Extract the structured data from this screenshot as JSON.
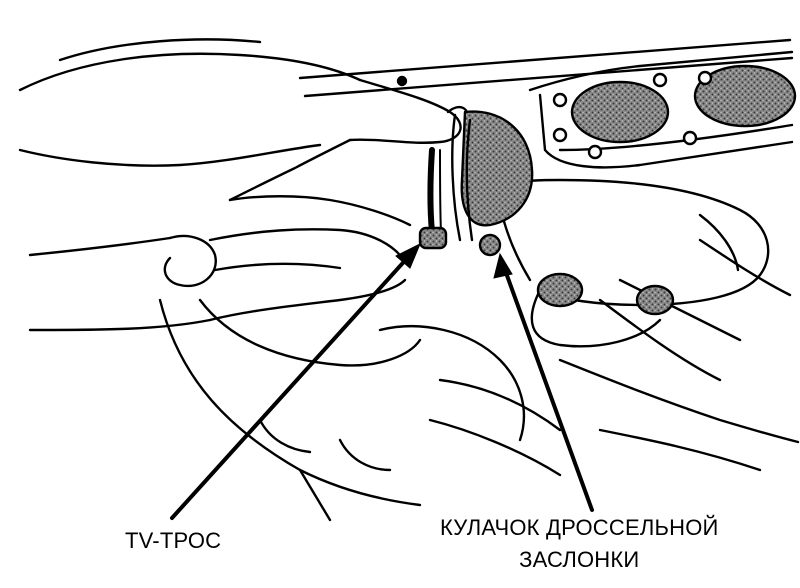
{
  "callouts": {
    "tv_cable": "TV-ТРОС",
    "throttle_cam_line1": "КУЛАЧОК ДРОССЕЛЬНОЙ",
    "throttle_cam_line2": "ЗАСЛОНКИ"
  },
  "colors": {
    "ink": "#000000",
    "paper": "#ffffff",
    "shade": "#6a6a6a"
  }
}
